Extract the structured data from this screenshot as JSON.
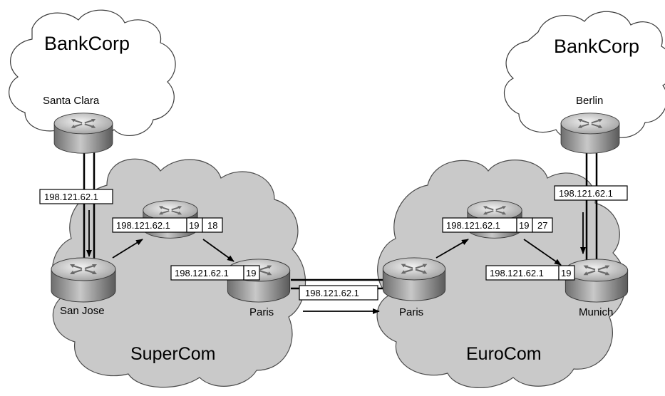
{
  "clouds": {
    "bankcorp_left": {
      "title": "BankCorp"
    },
    "bankcorp_right": {
      "title": "BankCorp"
    },
    "supercom": {
      "title": "SuperCom"
    },
    "eurocom": {
      "title": "EuroCom"
    }
  },
  "routers": {
    "santa_clara": "Santa Clara",
    "berlin": "Berlin",
    "san_jose": "San Jose",
    "paris_supercom": "Paris",
    "paris_eurocom": "Paris",
    "munich": "Munich"
  },
  "labels": {
    "left_link": "198.121.62.1",
    "right_link": "198.121.62.1",
    "inter_link": "198.121.62.1",
    "supercom_mid": {
      "prefix": "198.121.62.1",
      "len": "19",
      "tag": "18"
    },
    "supercom_paris": {
      "prefix": "198.121.62.1",
      "len": "19"
    },
    "eurocom_mid": {
      "prefix": "198.121.62.1",
      "len": "19",
      "tag": "27"
    },
    "eurocom_munich": {
      "prefix": "198.121.62.1",
      "len": "19"
    }
  },
  "colors": {
    "bankcorp_fill": "#ffffff",
    "provider_fill": "#c9c9c9",
    "router_body": "#8e8e8e",
    "router_top": "#d9d9d9",
    "line": "#000000"
  }
}
